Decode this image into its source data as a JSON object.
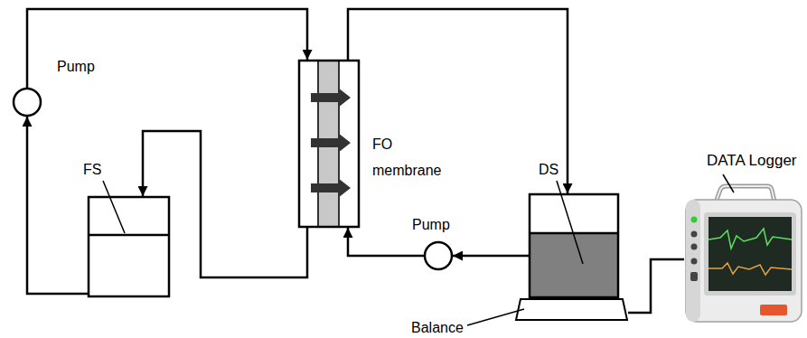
{
  "diagram": {
    "nodes": [
      {
        "text": [
          "Pump"
        ]
      },
      {
        "text": [
          "FS"
        ]
      },
      {
        "text": [
          "FO membrane"
        ]
      },
      {
        "text": [
          "Pump"
        ]
      },
      {
        "text": [
          "DS"
        ]
      },
      {
        "text": [
          "Balance"
        ]
      },
      {
        "text": [
          "DATA Logger"
        ]
      }
    ],
    "edges": [
      {
        "from": 1,
        "to": 0,
        "arrow": "to"
      },
      {
        "from": 0,
        "to": 2,
        "arrow": "to"
      },
      {
        "from": 2,
        "to": 1,
        "arrow": "to"
      },
      {
        "from": 2,
        "to": 4,
        "arrow": "to"
      },
      {
        "from": 4,
        "to": 3,
        "arrow": "to"
      },
      {
        "from": 3,
        "to": 2,
        "arrow": "to"
      },
      {
        "from": 5,
        "to": 6,
        "arrow": "none"
      }
    ]
  }
}
